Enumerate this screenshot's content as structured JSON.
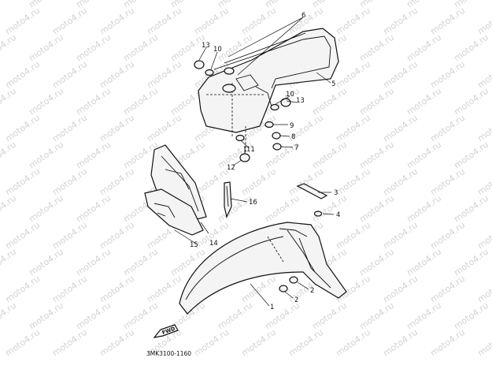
{
  "watermark_text": "moto4.ru",
  "diagram_code": "3MK3100-1160",
  "fwd_label": "FWD",
  "callouts": [
    "1",
    "2",
    "2",
    "3",
    "4",
    "5",
    "6",
    "7",
    "8",
    "9",
    "10",
    "10",
    "11",
    "12",
    "13",
    "13",
    "14",
    "15",
    "16"
  ]
}
